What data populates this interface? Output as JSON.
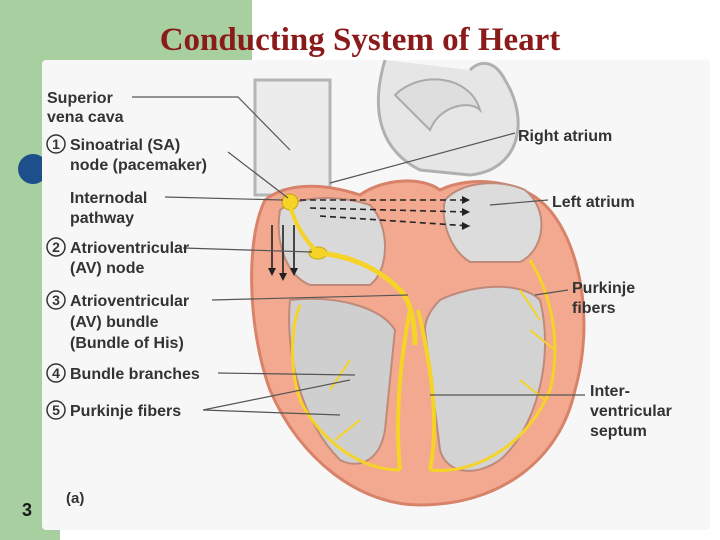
{
  "slide": {
    "title": "Conducting System of Heart",
    "number": "3"
  },
  "figure": {
    "panel_label": "(a)",
    "left_labels": [
      {
        "num": "",
        "lines": [
          "Superior",
          "vena cava"
        ]
      },
      {
        "num": "1",
        "lines": [
          "Sinoatrial (SA)",
          "node (pacemaker)"
        ]
      },
      {
        "num": "",
        "lines": [
          "Internodal",
          "pathway"
        ]
      },
      {
        "num": "2",
        "lines": [
          "Atrioventricular",
          "(AV) node"
        ]
      },
      {
        "num": "3",
        "lines": [
          "Atrioventricular",
          "(AV) bundle",
          "(Bundle of His)"
        ]
      },
      {
        "num": "4",
        "lines": [
          "Bundle branches"
        ]
      },
      {
        "num": "5",
        "lines": [
          "Purkinje fibers"
        ]
      }
    ],
    "right_labels": [
      {
        "lines": [
          "Right atrium"
        ]
      },
      {
        "lines": [
          "Left atrium"
        ]
      },
      {
        "lines": [
          "Purkinje",
          "fibers"
        ]
      },
      {
        "lines": [
          "Inter-",
          "ventricular",
          "septum"
        ]
      }
    ]
  },
  "colors": {
    "title": "#8b1a1a",
    "green_accent": "#a8cfa0",
    "blue_bullet": "#1d4f8a",
    "myocardium": "#f2a98f",
    "conduction": "#f5d327"
  }
}
